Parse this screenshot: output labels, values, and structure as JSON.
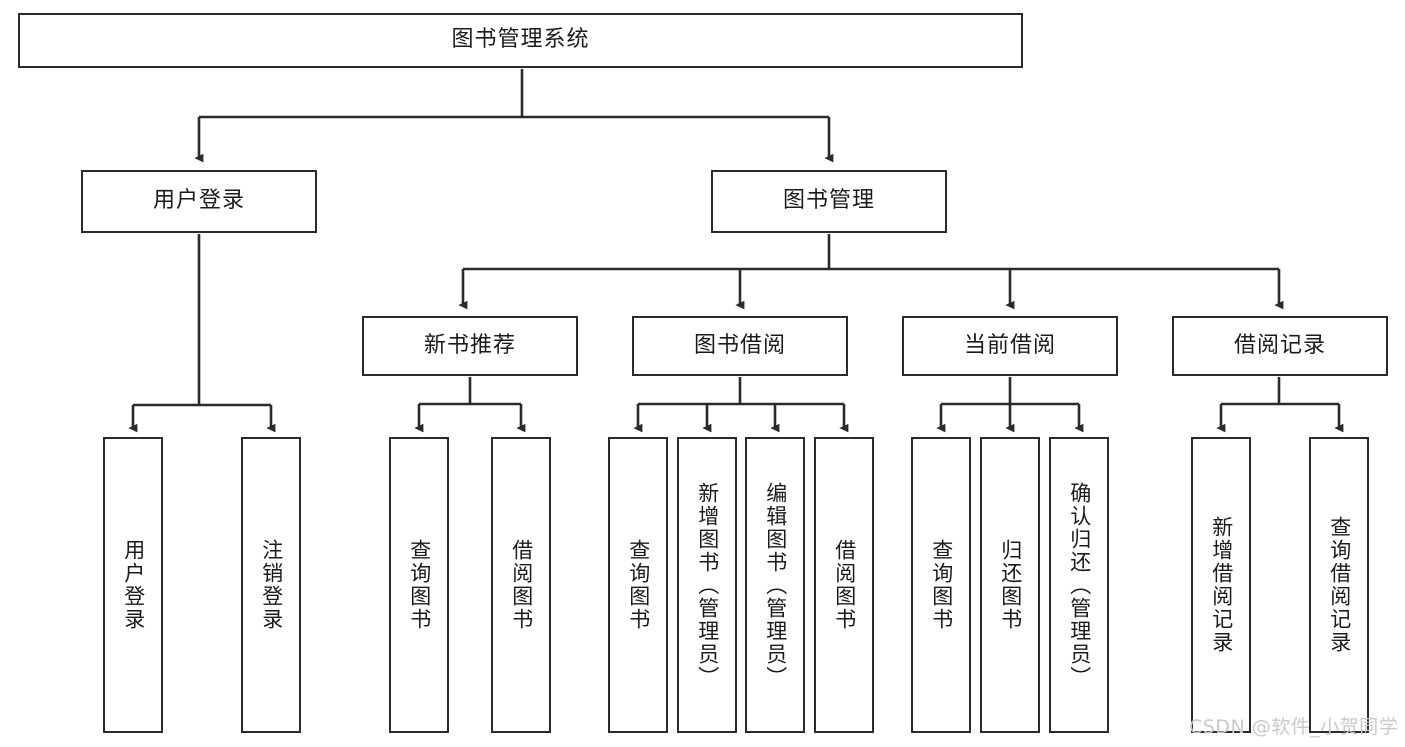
{
  "diagram": {
    "title": "图书管理系统",
    "type": "tree-hierarchy-diagram",
    "colors": {
      "box_border": "#2b2b2b",
      "box_fill": "#ffffff",
      "edge": "#2b2b2b",
      "text": "#1b1b1b",
      "watermark": "#c9c9c9",
      "background": "#ffffff"
    }
  },
  "root": {
    "label": "图书管理系统"
  },
  "level2": [
    {
      "label": "用户登录"
    },
    {
      "label": "图书管理"
    }
  ],
  "level3": [
    {
      "label": "新书推荐"
    },
    {
      "label": "图书借阅"
    },
    {
      "label": "当前借阅"
    },
    {
      "label": "借阅记录"
    }
  ],
  "leaves": {
    "user_login": [
      {
        "label": "用户登录"
      },
      {
        "label": "注销登录"
      }
    ],
    "new_book_recommend": [
      {
        "label": "查询图书"
      },
      {
        "label": "借阅图书"
      }
    ],
    "book_borrow": [
      {
        "label": "查询图书"
      },
      {
        "label": "新增图书（管理员）"
      },
      {
        "label": "编辑图书（管理员）"
      },
      {
        "label": "借阅图书"
      }
    ],
    "current_borrow": [
      {
        "label": "查询图书"
      },
      {
        "label": "归还图书"
      },
      {
        "label": "确认归还（管理员）"
      }
    ],
    "borrow_record": [
      {
        "label": "新增借阅记录"
      },
      {
        "label": "查询借阅记录"
      }
    ]
  },
  "watermark": {
    "text": "CSDN @软件_小贺同学"
  }
}
